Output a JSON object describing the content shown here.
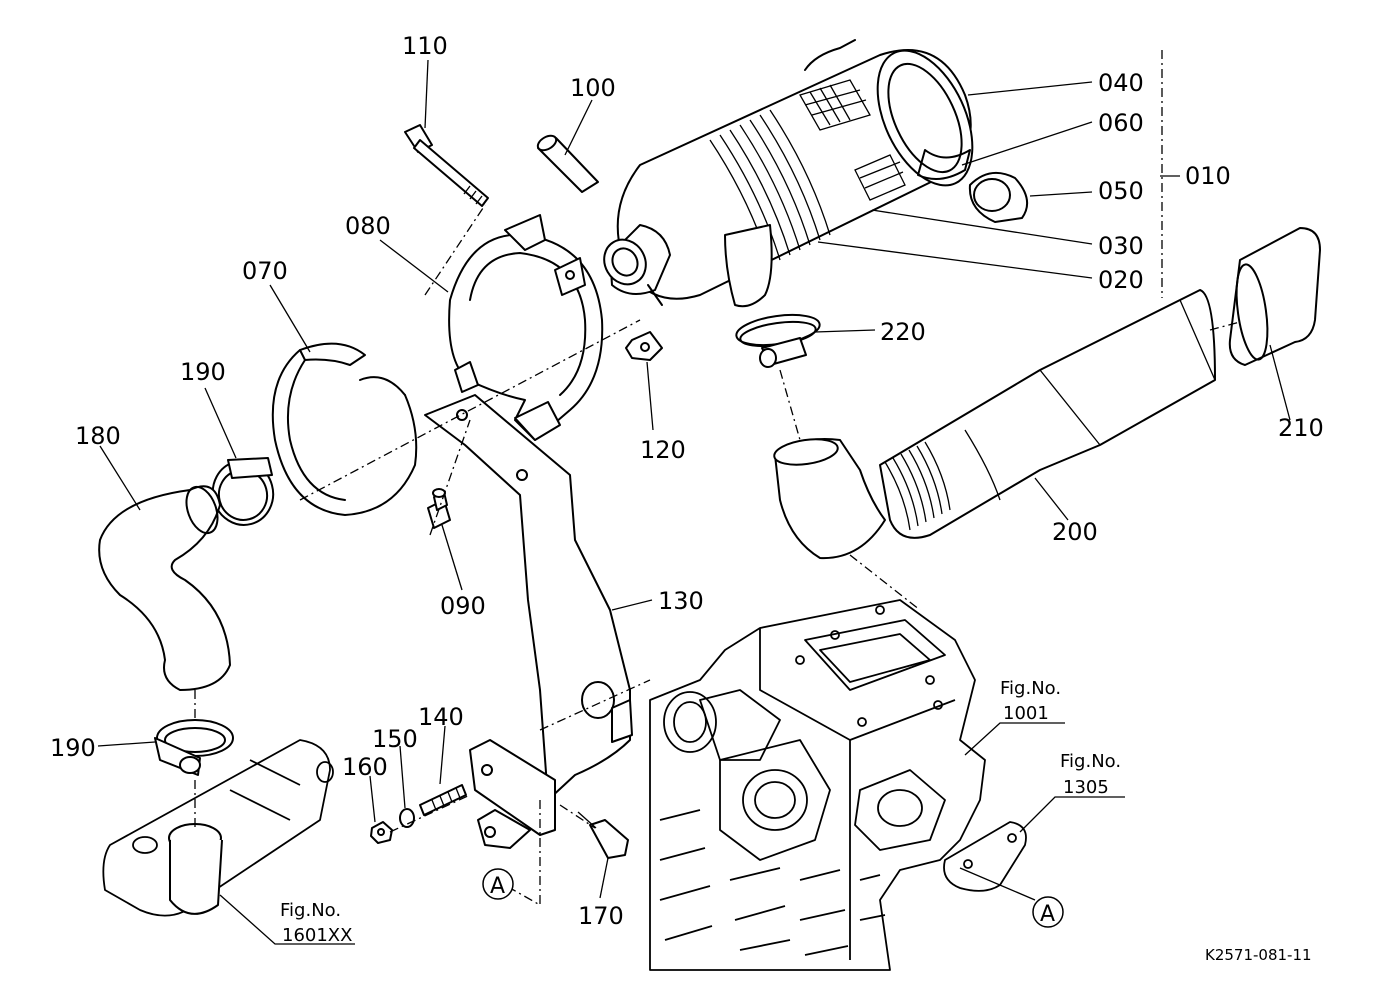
{
  "diagram": {
    "drawing_code": "K2571-081-11",
    "callouts": [
      {
        "id": "c040",
        "text": "040"
      },
      {
        "id": "c060",
        "text": "060"
      },
      {
        "id": "c050",
        "text": "050"
      },
      {
        "id": "c010",
        "text": "010"
      },
      {
        "id": "c030",
        "text": "030"
      },
      {
        "id": "c020",
        "text": "020"
      },
      {
        "id": "c220",
        "text": "220"
      },
      {
        "id": "c210",
        "text": "210"
      },
      {
        "id": "c200",
        "text": "200"
      },
      {
        "id": "c110",
        "text": "110"
      },
      {
        "id": "c100",
        "text": "100"
      },
      {
        "id": "c080",
        "text": "080"
      },
      {
        "id": "c070",
        "text": "070"
      },
      {
        "id": "c190a",
        "text": "190"
      },
      {
        "id": "c180",
        "text": "180"
      },
      {
        "id": "c120",
        "text": "120"
      },
      {
        "id": "c090",
        "text": "090"
      },
      {
        "id": "c130",
        "text": "130"
      },
      {
        "id": "c140",
        "text": "140"
      },
      {
        "id": "c150",
        "text": "150"
      },
      {
        "id": "c160",
        "text": "160"
      },
      {
        "id": "c190b",
        "text": "190"
      },
      {
        "id": "c170",
        "text": "170"
      }
    ],
    "figure_refs": [
      {
        "label": "Fig.No.",
        "number": "1001"
      },
      {
        "label": "Fig.No.",
        "number": "1305"
      },
      {
        "label": "Fig.No.",
        "number": "1601XX"
      }
    ],
    "markers": [
      "A",
      "A"
    ]
  }
}
